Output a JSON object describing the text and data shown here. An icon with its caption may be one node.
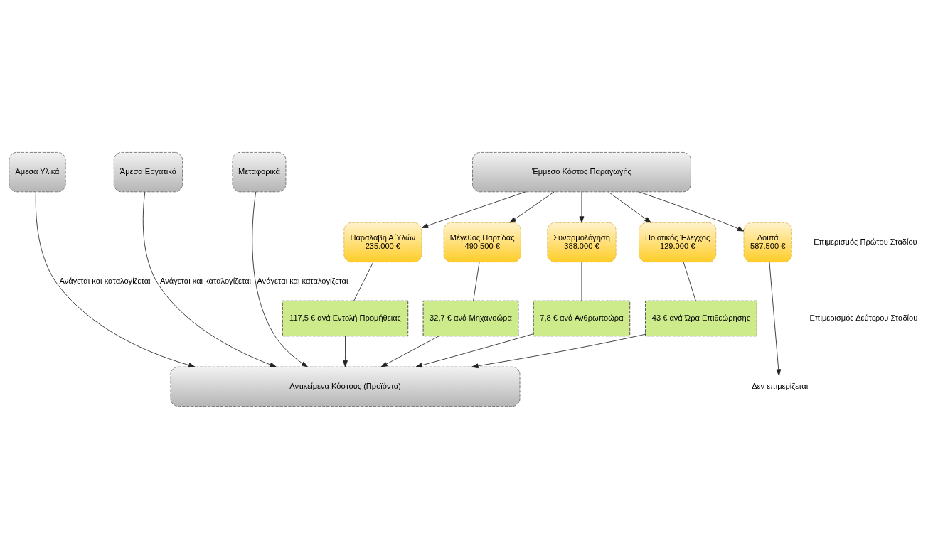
{
  "diagram": {
    "nodes": [
      {
        "text": [
          "Άμεσα Υλικά"
        ]
      },
      {
        "text": [
          "Άμεσα Εργατικά"
        ]
      },
      {
        "text": [
          "Μεταφορικά"
        ]
      },
      {
        "text": [
          "Έμμεσο Κόστος Παραγωγής"
        ]
      },
      {
        "text": [
          "Παραλαβή Α΄Υλών",
          "235.000 €"
        ]
      },
      {
        "text": [
          "Μέγεθος Παρτίδας",
          "490.500 €"
        ]
      },
      {
        "text": [
          "Συναρμολόγηση",
          "388.000 €"
        ]
      },
      {
        "text": [
          "Ποιοτικός Έλεγχος",
          "129.000 €"
        ]
      },
      {
        "text": [
          "Λοιπά",
          "587.500 €"
        ]
      },
      {
        "text": [
          "117,5 € ανά Εντολή Προμήθειας"
        ]
      },
      {
        "text": [
          "32,7 € ανά Μηχανοώρα"
        ]
      },
      {
        "text": [
          "7,8 € ανά Ανθρωποώρα"
        ]
      },
      {
        "text": [
          "43 € ανά Ώρα Επιθεώρησης"
        ]
      },
      {
        "text": [
          "Αντικείμενα Κόστους (Προϊόντα)"
        ]
      },
      {
        "text": [
          "Δεν επιμερίζεται"
        ]
      }
    ],
    "edges": [
      {
        "from": 0,
        "to": 13,
        "arrow": "to",
        "label": "Ανάγεται και καταλογίζεται"
      },
      {
        "from": 1,
        "to": 13,
        "arrow": "to",
        "label": "Ανάγεται και καταλογίζεται"
      },
      {
        "from": 2,
        "to": 13,
        "arrow": "to",
        "label": "Ανάγεται και καταλογίζεται"
      },
      {
        "from": 3,
        "to": 4,
        "arrow": "to"
      },
      {
        "from": 3,
        "to": 5,
        "arrow": "to"
      },
      {
        "from": 3,
        "to": 6,
        "arrow": "to"
      },
      {
        "from": 3,
        "to": 7,
        "arrow": "to"
      },
      {
        "from": 3,
        "to": 8,
        "arrow": "to"
      },
      {
        "from": 4,
        "to": 9,
        "arrow": "none"
      },
      {
        "from": 5,
        "to": 10,
        "arrow": "none"
      },
      {
        "from": 6,
        "to": 11,
        "arrow": "none"
      },
      {
        "from": 7,
        "to": 12,
        "arrow": "none"
      },
      {
        "from": 9,
        "to": 13,
        "arrow": "to"
      },
      {
        "from": 10,
        "to": 13,
        "arrow": "to"
      },
      {
        "from": 11,
        "to": 13,
        "arrow": "to"
      },
      {
        "from": 12,
        "to": 13,
        "arrow": "to"
      },
      {
        "from": 8,
        "to": 14,
        "arrow": "to"
      }
    ],
    "labels": [
      "Επιμερισμός Πρώτου Σταδίου",
      "Επιμερισμός Δεύτερου Σταδίου"
    ]
  }
}
